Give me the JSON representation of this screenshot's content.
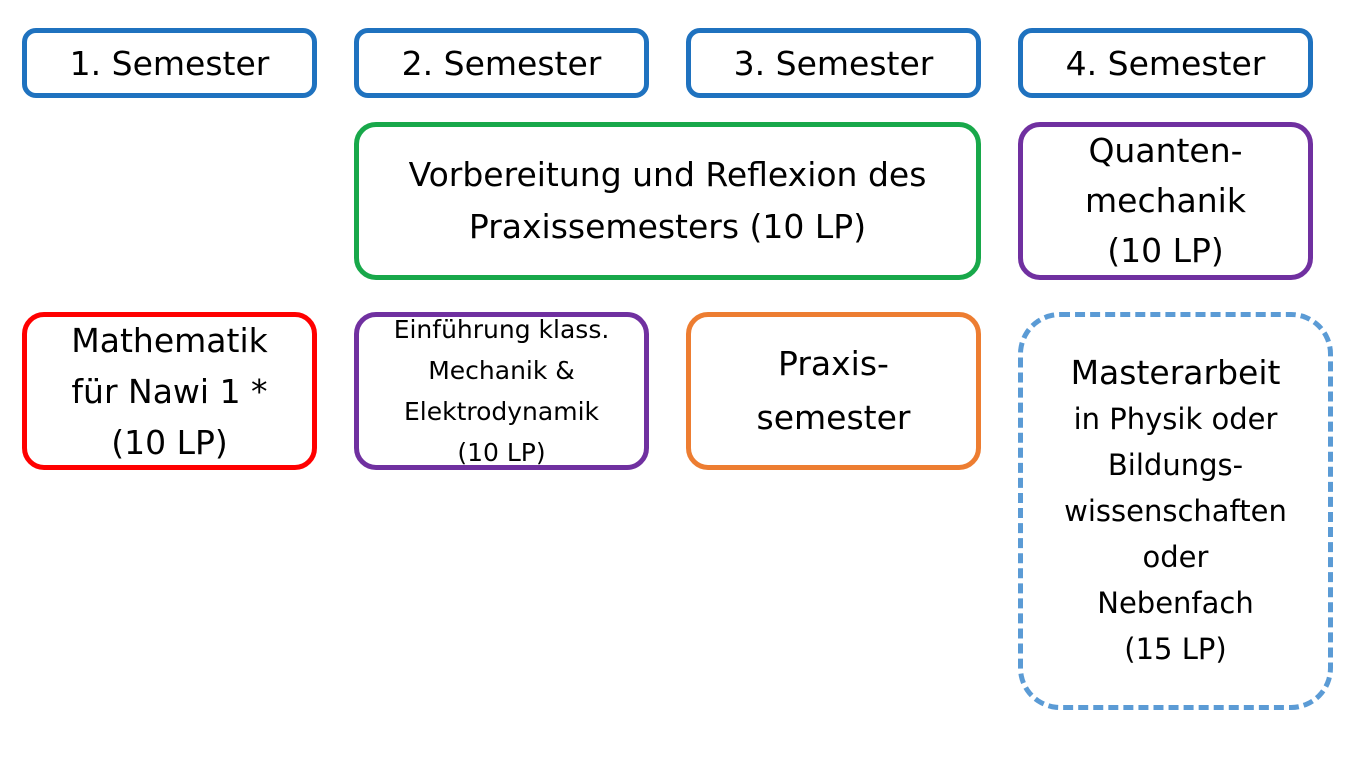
{
  "semesters": [
    {
      "label": "1. Semester"
    },
    {
      "label": "2. Semester"
    },
    {
      "label": "3. Semester"
    },
    {
      "label": "4. Semester"
    }
  ],
  "modules": {
    "vorbereitung": {
      "lines": [
        "Vorbereitung und Reflexion des",
        "Praxissemesters (10 LP)"
      ],
      "color": "#18a84a"
    },
    "quantenmechanik": {
      "lines": [
        "Quanten-",
        "mechanik",
        "(10 LP)"
      ],
      "color": "#7030a0"
    },
    "mathematik": {
      "lines": [
        "Mathematik",
        "für Nawi 1 *",
        "(10 LP)"
      ],
      "color": "#ff0000"
    },
    "einfuehrung": {
      "lines": [
        "Einführung klass.",
        "Mechanik &",
        "Elektrodynamik",
        "(10 LP)"
      ],
      "color": "#7030a0"
    },
    "praxissemester": {
      "lines": [
        "Praxis-",
        "semester"
      ],
      "color": "#ed7d31"
    },
    "masterarbeit": {
      "lines": [
        "Masterarbeit",
        "in Physik oder",
        "Bildungs-",
        "wissenschaften",
        "oder",
        "Nebenfach",
        "(15 LP)"
      ],
      "color": "#5b9bd5"
    }
  },
  "colors": {
    "semester_border": "#1f72bf"
  }
}
